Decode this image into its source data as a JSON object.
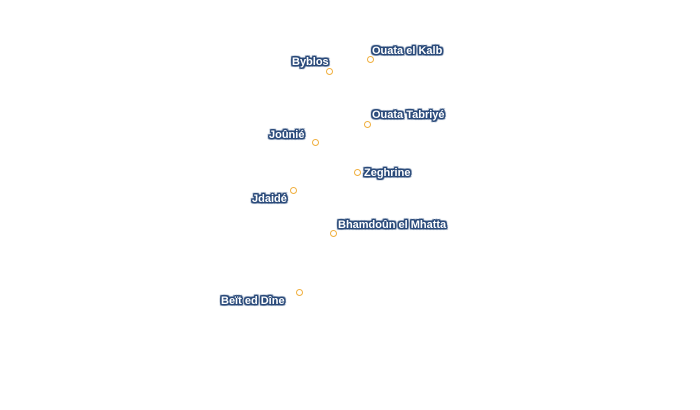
{
  "map": {
    "colors": {
      "background": "#ffffff",
      "marker_stroke": "#f0b040",
      "label_text": "#ffffff",
      "label_halo": "#2a4a7a"
    },
    "places": [
      {
        "name": "Ouata el Kalb"
      },
      {
        "name": "Byblos"
      },
      {
        "name": "Ouata Tabriyé"
      },
      {
        "name": "Joûnié"
      },
      {
        "name": "Zeghrine"
      },
      {
        "name": "Jdaidé"
      },
      {
        "name": "Bhamdoûn el Mhatta"
      },
      {
        "name": "Beït ed Dîne"
      }
    ]
  }
}
